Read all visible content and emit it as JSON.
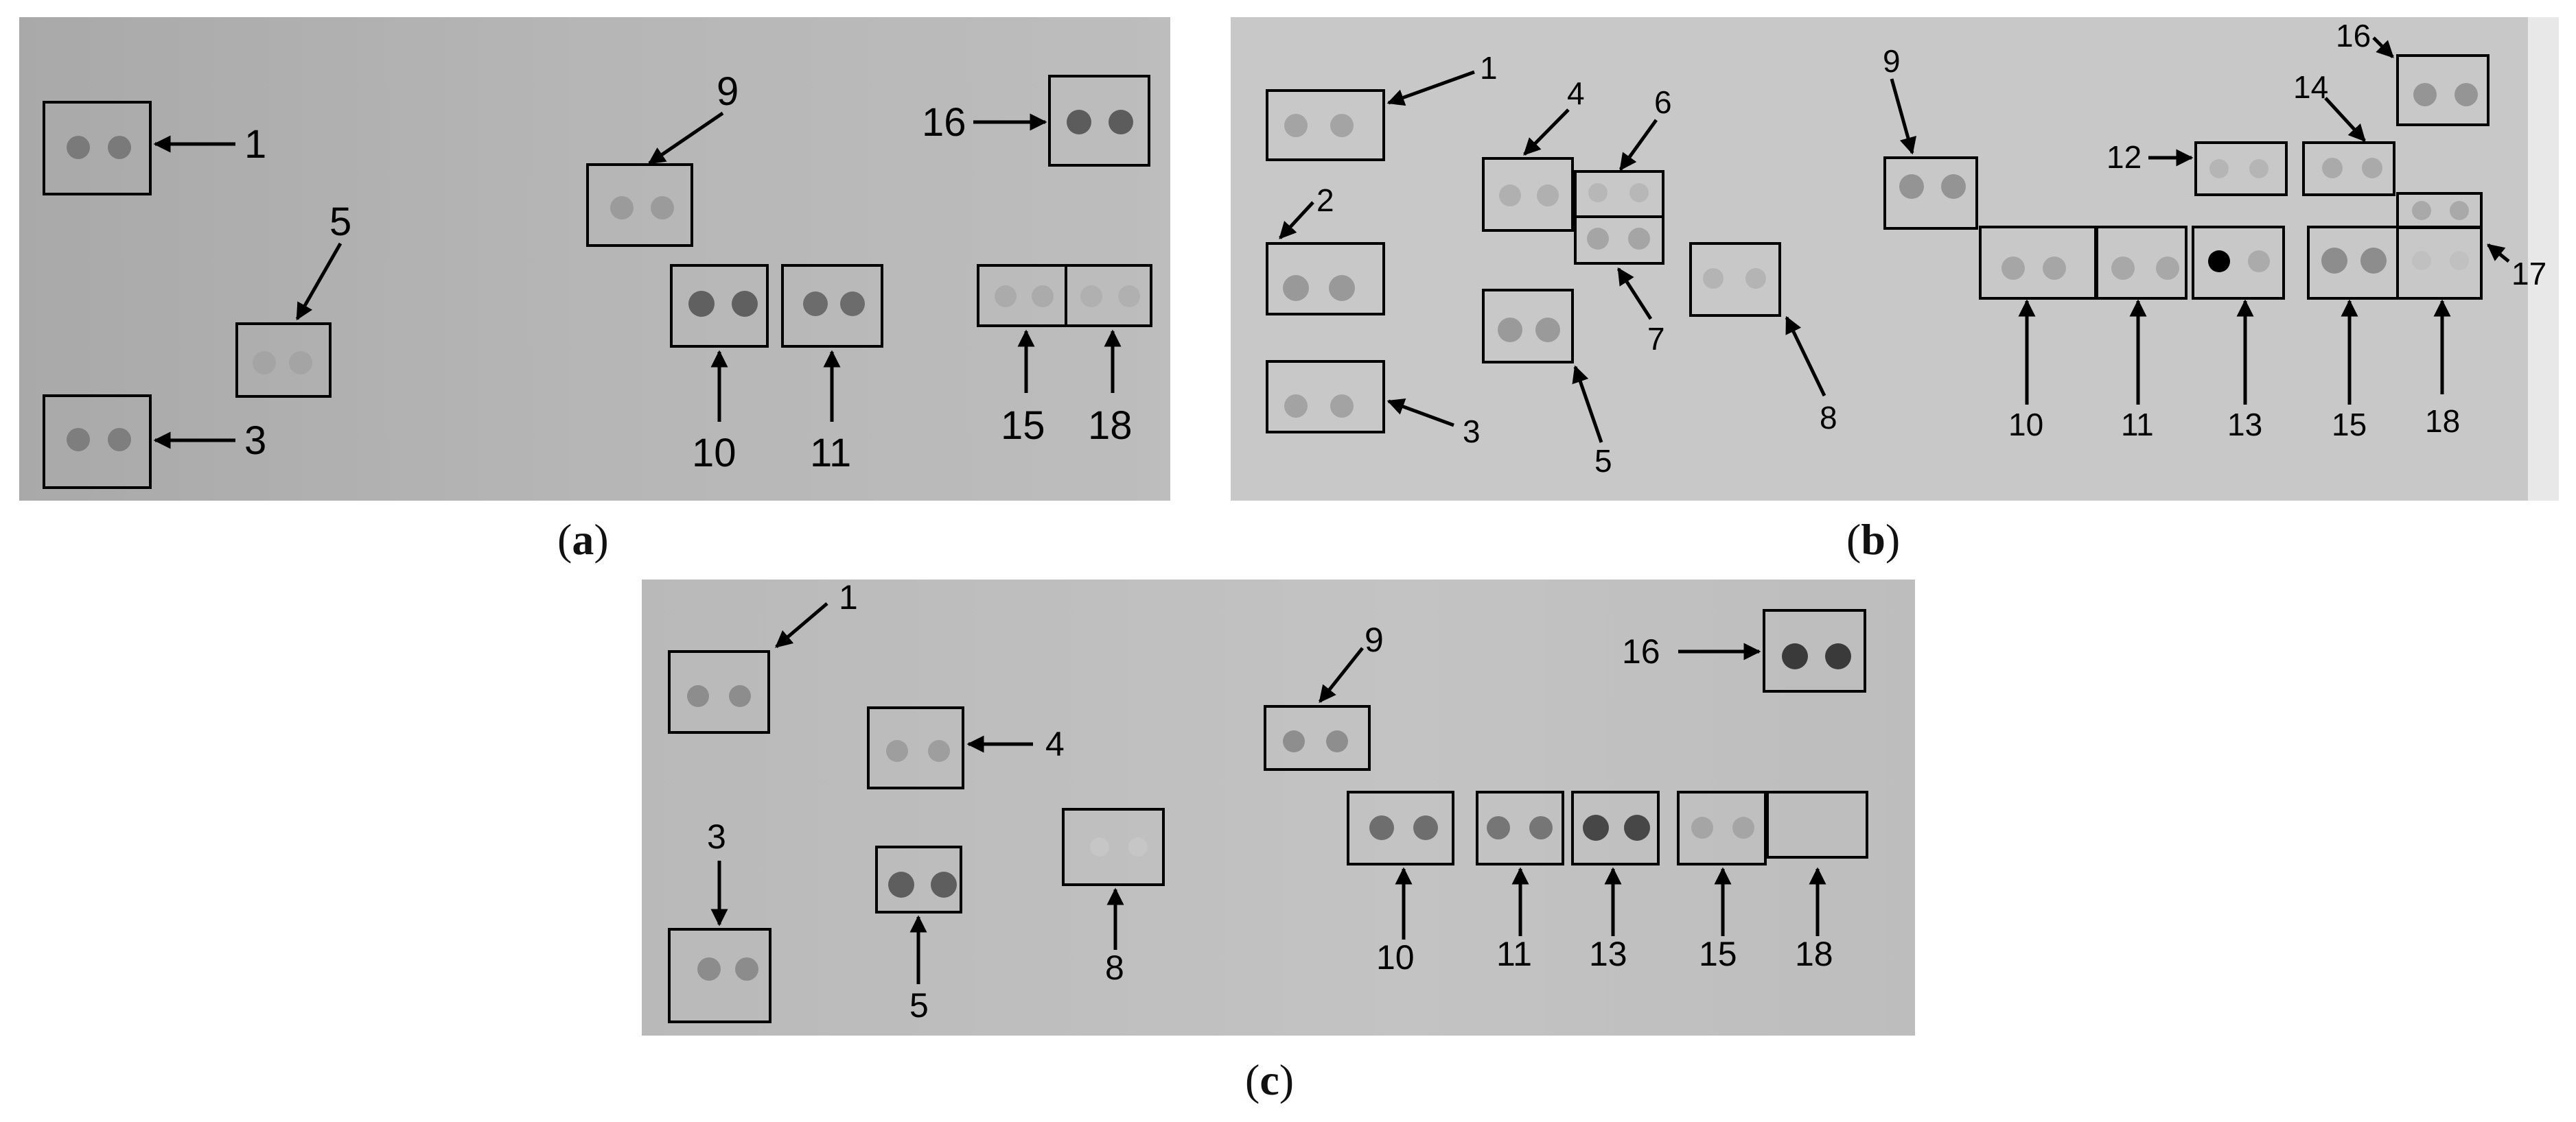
{
  "panels": [
    {
      "id": "a",
      "caption": {
        "open": "(",
        "letter": "a",
        "close": ")"
      },
      "labels": [
        "1",
        "3",
        "5",
        "9",
        "10",
        "11",
        "15",
        "16",
        "18"
      ]
    },
    {
      "id": "b",
      "caption": {
        "open": "(",
        "letter": "b",
        "close": ")"
      },
      "labels": [
        "1",
        "2",
        "3",
        "4",
        "5",
        "6",
        "7",
        "8",
        "9",
        "10",
        "11",
        "12",
        "13",
        "14",
        "15",
        "16",
        "17",
        "18"
      ]
    },
    {
      "id": "c",
      "caption": {
        "open": "(",
        "letter": "c",
        "close": ")"
      },
      "labels": [
        "1",
        "3",
        "4",
        "5",
        "8",
        "9",
        "10",
        "11",
        "13",
        "15",
        "16",
        "18"
      ]
    }
  ]
}
